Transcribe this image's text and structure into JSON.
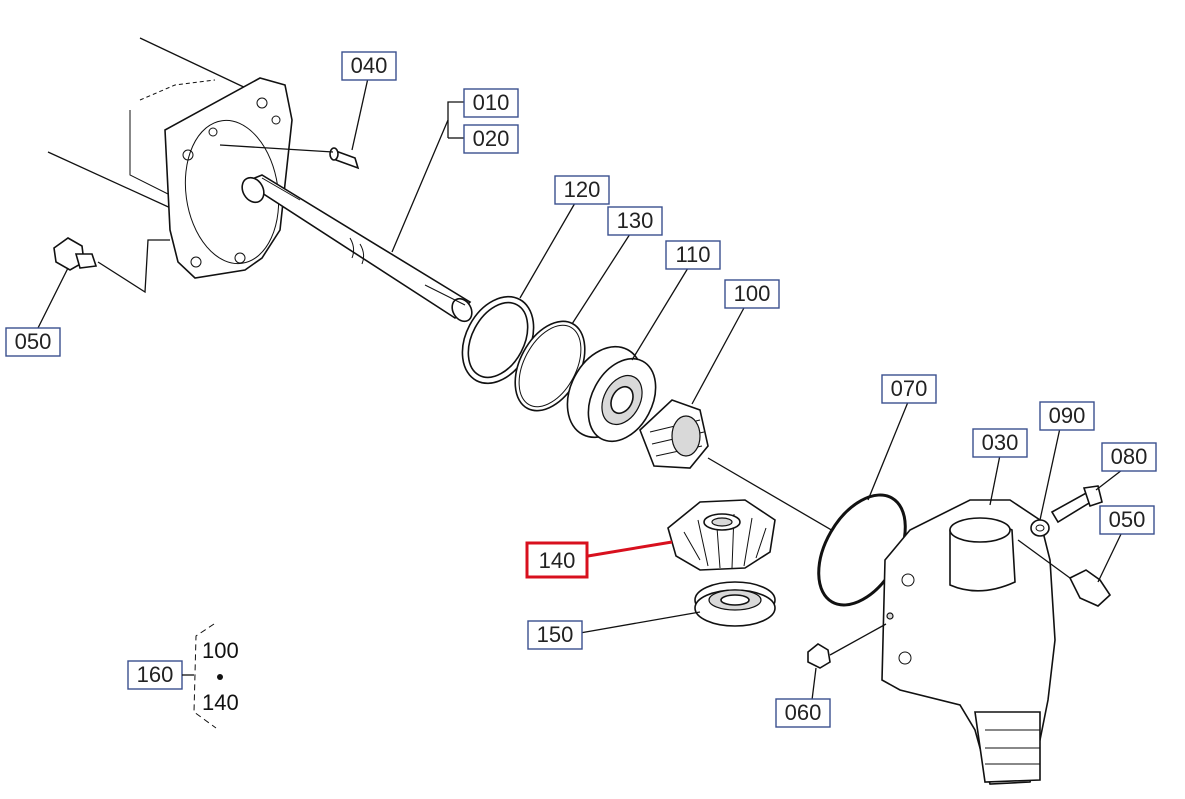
{
  "labels": {
    "p010": "010",
    "p020": "020",
    "p030": "030",
    "p040": "040",
    "p050a": "050",
    "p050b": "050",
    "p060": "060",
    "p070": "070",
    "p080": "080",
    "p090": "090",
    "p100": "100",
    "p110": "110",
    "p120": "120",
    "p130": "130",
    "p140": "140",
    "p150": "150",
    "p160": "160"
  },
  "kit": {
    "top": "100",
    "bottom": "140"
  },
  "highlight_color": "#d8101e"
}
